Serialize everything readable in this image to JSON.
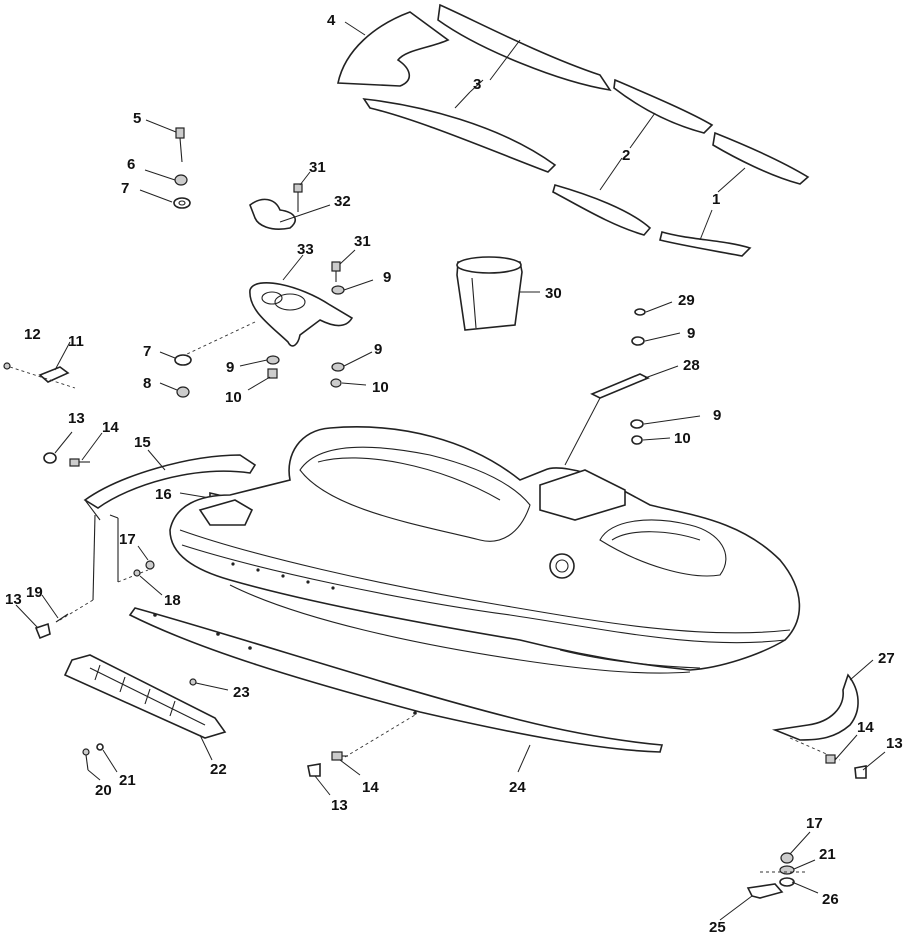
{
  "callouts": {
    "c1": "1",
    "c2": "2",
    "c3": "3",
    "c4": "4",
    "c5": "5",
    "c6": "6",
    "c7a": "7",
    "c7b": "7",
    "c8": "8",
    "c9a": "9",
    "c9b": "9",
    "c9c": "9",
    "c9d": "9",
    "c9e": "9",
    "c10a": "10",
    "c10b": "10",
    "c10c": "10",
    "c11": "11",
    "c12": "12",
    "c13a": "13",
    "c13b": "13",
    "c13c": "13",
    "c13d": "13",
    "c14a": "14",
    "c14b": "14",
    "c14c": "14",
    "c15": "15",
    "c16": "16",
    "c17a": "17",
    "c17b": "17",
    "c18": "18",
    "c19": "19",
    "c20": "20",
    "c21a": "21",
    "c21b": "21",
    "c22": "22",
    "c23": "23",
    "c24": "24",
    "c25": "25",
    "c26": "26",
    "c27": "27",
    "c28": "28",
    "c29": "29",
    "c30": "30",
    "c31a": "31",
    "c31b": "31",
    "c32": "32",
    "c33": "33"
  }
}
